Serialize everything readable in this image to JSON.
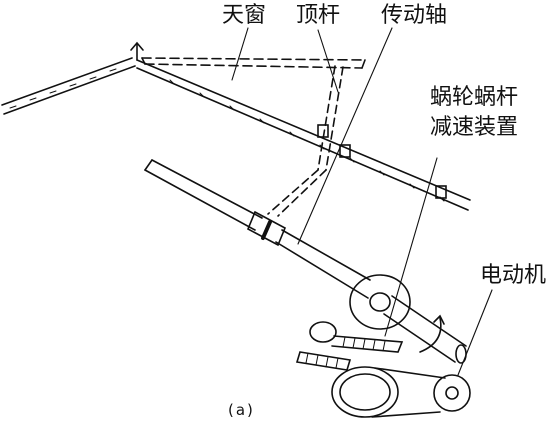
{
  "labels": {
    "skylight": "天窗",
    "push_rod": "顶杆",
    "drive_shaft": "传动轴",
    "worm_reducer_line1": "蜗轮蜗杆",
    "worm_reducer_line2": "减速装置",
    "motor": "电动机",
    "caption": "(a)"
  },
  "colors": {
    "ink": "#111111",
    "paper": "#ffffff"
  }
}
